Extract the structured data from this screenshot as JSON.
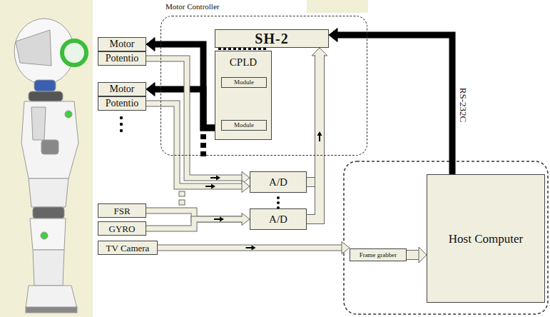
{
  "diagram": {
    "nodes": [
      {
        "text": [
          "Motor Controller"
        ]
      },
      {
        "text": [
          "SH-2"
        ],
        "in": 0
      },
      {
        "text": [
          "CPLD"
        ],
        "in": 0
      },
      {
        "text": [
          "Module"
        ],
        "in": 2
      },
      {
        "text": [
          "Module"
        ],
        "in": 2
      },
      {
        "text": [
          "Motor"
        ]
      },
      {
        "text": [
          "Potentio"
        ]
      },
      {
        "text": [
          "Motor"
        ]
      },
      {
        "text": [
          "Potentio"
        ]
      },
      {
        "text": [
          "A/D"
        ]
      },
      {
        "text": [
          "A/D"
        ]
      },
      {
        "text": [
          "FSR"
        ]
      },
      {
        "text": [
          "GYRO"
        ]
      },
      {
        "text": [
          "TV Camera"
        ]
      },
      {
        "text": [
          "Host Computer"
        ]
      },
      {
        "text": [
          "Frame grabber"
        ]
      }
    ],
    "edges": [
      {
        "from": 2,
        "to": 5,
        "arrow": "to"
      },
      {
        "from": 2,
        "to": 7,
        "arrow": "to"
      },
      {
        "from": 6,
        "to": 9,
        "arrow": "to"
      },
      {
        "from": 8,
        "to": 9,
        "arrow": "to"
      },
      {
        "from": 11,
        "to": 10,
        "arrow": "to"
      },
      {
        "from": 12,
        "to": 10,
        "arrow": "to"
      },
      {
        "from": 9,
        "to": 1,
        "arrow": "to"
      },
      {
        "from": 10,
        "to": 1,
        "arrow": "to"
      },
      {
        "from": 13,
        "to": 15,
        "arrow": "to"
      },
      {
        "from": 15,
        "to": 14,
        "arrow": "to"
      },
      {
        "from": 14,
        "to": 1,
        "label": "RS-232C",
        "arrow": "to"
      }
    ]
  }
}
